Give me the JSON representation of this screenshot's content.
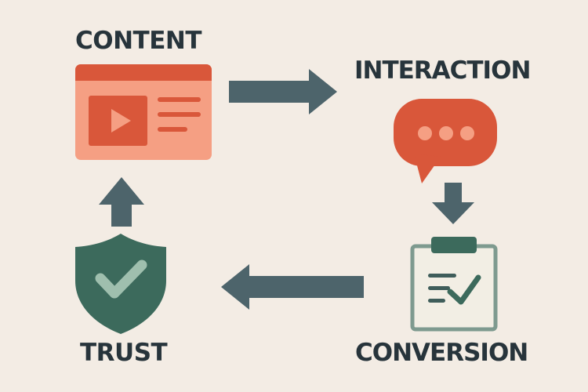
{
  "stages": {
    "content": "CONTENT",
    "interaction": "INTERACTION",
    "conversion": "CONVERSION",
    "trust": "TRUST"
  },
  "colors": {
    "background": "#f3ece4",
    "text": "#27343b",
    "arrow": "#4d646b",
    "accent_orange": "#d9573a",
    "accent_peach": "#f59f83",
    "shield_green": "#3c6a5c",
    "check_light": "#9fbfae",
    "clipboard_fill": "#f2eee4",
    "clipboard_stroke": "#7e9a8f",
    "clipboard_clip": "#3c6a5c",
    "clipboard_lines": "#3f5d5a"
  },
  "icons": {
    "content": "video-player-icon",
    "interaction": "chat-bubble-icon",
    "conversion": "clipboard-check-icon",
    "trust": "shield-check-icon"
  }
}
